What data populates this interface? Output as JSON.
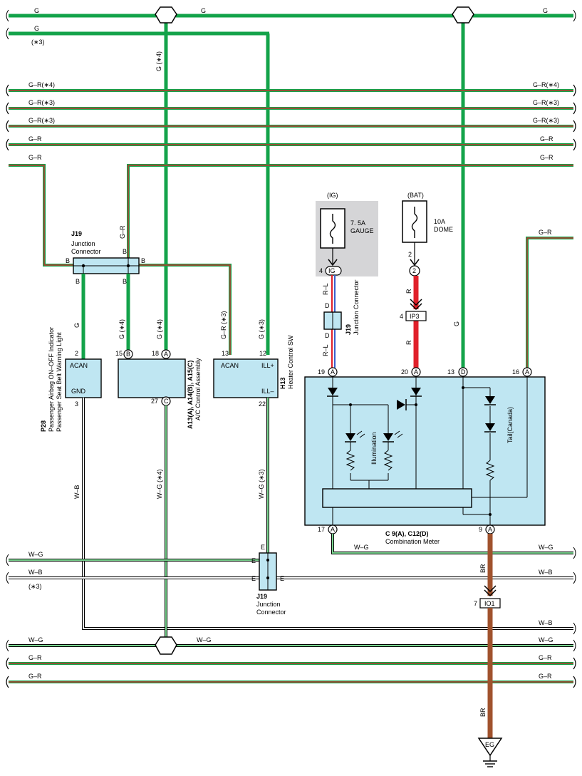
{
  "top_wires": {
    "g1": "G",
    "g2": "G",
    "g3": "G",
    "g4": "G",
    "g4_note": "(∗3)",
    "gr_lines": [
      "G–R(∗4)",
      "G–R(∗3)",
      "G–R(∗3)",
      "G–R",
      "G–R"
    ]
  },
  "vertical_labels": {
    "g_star4": "G (∗4)",
    "gr_j19": "G–R"
  },
  "j19_top": {
    "code": "J19",
    "name_line1": "Junction",
    "name_line2": "Connector",
    "pin_label": "B"
  },
  "p28": {
    "code": "P28",
    "name_line1": "Passenger Airbag ON–OFF Indicator",
    "name_line2": "Passenger Seat Belt Warning Light",
    "pin_acan": "ACAN",
    "pin_gnd": "GND",
    "pin_num_top": "2",
    "pin_num_bottom": "3",
    "wire_top": "G",
    "wire_bottom": "W–B"
  },
  "ac_control": {
    "code": "A13(A), A14(B), A15(C)",
    "name": "A/C Control Assembly",
    "pin1_num": "15",
    "pin1_conn": "B",
    "pin2_num": "18",
    "pin2_conn": "A",
    "pin3_num": "27",
    "pin3_conn": "C",
    "wire1": "G (∗4)",
    "wire2": "G (∗4)",
    "wire3": "W–G (∗4)"
  },
  "heater": {
    "code": "H13",
    "name": "Heater Control SW",
    "pin_acan": "ACAN",
    "pin_illp": "ILL+",
    "pin_illm": "ILL–",
    "pin13": "13",
    "pin12": "12",
    "pin22": "22",
    "wire_gr": "G–R (∗3)",
    "wire_g": "G (∗3)",
    "wire_wg": "W–G (∗3)"
  },
  "fuses": {
    "ig": "(IG)",
    "ig_rating": "7. 5A",
    "ig_name": "GAUGE",
    "ig_pin": "4",
    "ig_conn": "IG",
    "bat": "(BAT)",
    "bat_rating": "10A",
    "bat_name": "DOME",
    "bat_pin": "2",
    "bat_conn": "2"
  },
  "j19_mid": {
    "code": "J19",
    "name": "Junction Connector",
    "pin": "D",
    "wire": "R–L"
  },
  "ip3": {
    "num": "4",
    "label": "IP3",
    "wire": "R"
  },
  "meter": {
    "code": "C 9(A), C12(D)",
    "name": "Combination Meter",
    "pin19": "19",
    "pin20": "20",
    "pin13": "13",
    "pin16": "16",
    "pin17": "17",
    "pin9": "9",
    "conn_a": "A",
    "conn_d": "D",
    "illumination": "Illumination",
    "tail": "Tail(Canada)",
    "wire_g": "G",
    "wire_gr": "G–R"
  },
  "bottom": {
    "wg1": "W–G",
    "wb1": "W–B",
    "note": "(∗3)",
    "j19_code": "J19",
    "j19_name1": "Junction",
    "j19_name2": "Connector",
    "pin_e": "E",
    "wb2": "W–B",
    "wg2": "W–G",
    "gr1": "G–R",
    "gr2": "G–R",
    "io1_num": "7",
    "io1_label": "IO1",
    "br": "BR",
    "eg": "EG"
  },
  "colors": {
    "green": "#13a34a",
    "red": "#e0202a",
    "brown": "#a0522d",
    "fuse_bg": "#d5d5d7",
    "component": "#bfe6f2"
  }
}
